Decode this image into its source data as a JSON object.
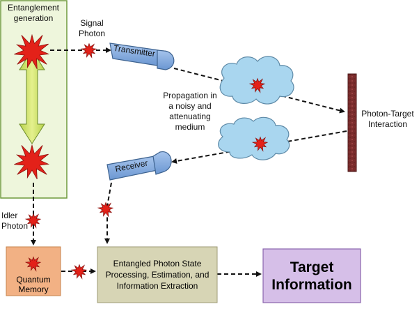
{
  "labels": {
    "entanglement_generation": [
      "Entanglement",
      "generation"
    ],
    "signal_photon": [
      "Signal",
      "Photon"
    ],
    "idler_photon": [
      "Idler",
      "Photon"
    ],
    "propagation": [
      "Propagation in",
      "a noisy and",
      "attenuating",
      "medium"
    ],
    "photon_target_interaction": [
      "Photon-Target",
      "Interaction"
    ]
  },
  "devices": {
    "transmitter": "Transmitter",
    "receiver": "Receiver"
  },
  "boxes": {
    "quantum_memory": [
      "Quantum",
      "Memory"
    ],
    "processing": [
      "Entangled Photon State",
      "Processing, Estimation, and",
      "Information Extraction"
    ],
    "target_information": [
      "Target",
      "Information"
    ]
  },
  "colors": {
    "entanglement_panel": "#eef6dc",
    "entanglement_border": "#6e9a3c",
    "device_fill": "#7ea7dc",
    "device_border": "#3d628f",
    "cloud_fill": "#a9d6ef",
    "cloud_border": "#5e8aa7",
    "target_bar": "#7b2d2d",
    "quantum_memory_fill": "#f2b184",
    "processing_fill": "#d7d5b5",
    "target_info_fill": "#d6bfe8",
    "photon_red": "#e32119",
    "arrow_green": "#cbe36a"
  },
  "icons": [
    "photon-burst-icon",
    "double-arrow-icon",
    "cloud-icon",
    "dashed-arrow-icon"
  ]
}
